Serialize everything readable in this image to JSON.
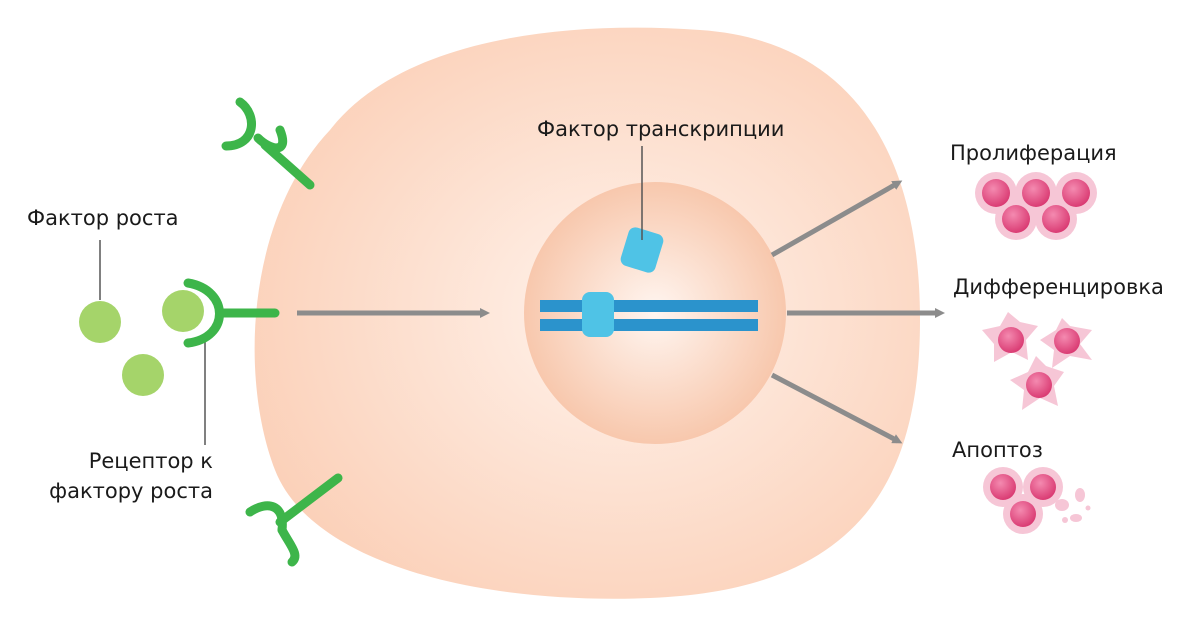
{
  "labels": {
    "growth_factor": "Фактор роста",
    "receptor_line1": "Рецептор к",
    "receptor_line2": "фактору роста",
    "transcription_factor": "Фактор транскрипции",
    "proliferation": "Пролиферация",
    "differentiation": "Дифференцировка",
    "apoptosis": "Апоптоз"
  },
  "colors": {
    "cell": "#fbd3bd",
    "nucleus": "#f8c8ae",
    "receptor": "#3db54a",
    "growth_factor": "#a5d46a",
    "dna": "#2b93cc",
    "transcription_factor": "#4fc3e6",
    "arrow": "#8c8c8c",
    "daughter_cell": "#e2477f"
  }
}
